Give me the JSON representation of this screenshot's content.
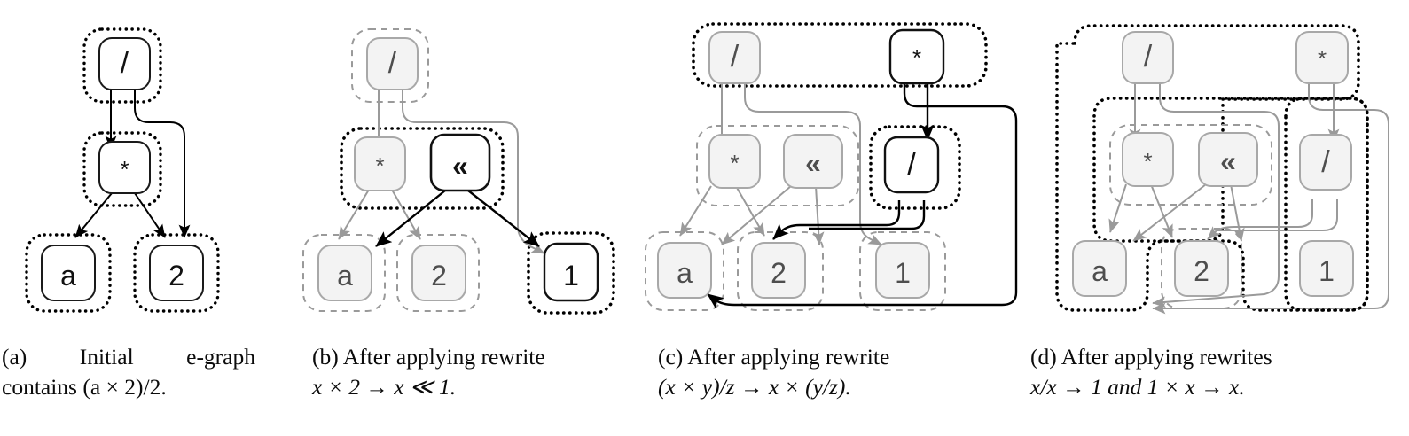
{
  "figure": {
    "kind": "e-graph-rewrite-sequence",
    "node_symbols": [
      "/",
      "*",
      "<<",
      "a",
      "2",
      "1"
    ],
    "styles": {
      "new_stroke": "#000000",
      "old_stroke": "#9a9a9a",
      "node_fill_new": "#ffffff",
      "node_fill_old": "#f2f2f2",
      "background": "#ffffff"
    }
  },
  "panels": [
    {
      "id": "a",
      "caption": {
        "label": "(a)",
        "line1_words": [
          "Initial",
          "e-graph"
        ],
        "line1": "(a) Initial  e-graph",
        "line2": "contains (a × 2)/2."
      },
      "nodes": [
        {
          "id": "div",
          "symbol": "/",
          "state": "new"
        },
        {
          "id": "mul",
          "symbol": "*",
          "state": "new"
        },
        {
          "id": "a",
          "symbol": "a",
          "state": "new"
        },
        {
          "id": "two",
          "symbol": "2",
          "state": "new"
        }
      ],
      "eclasses": [
        {
          "id": "c-div",
          "state": "new",
          "members": [
            "div"
          ]
        },
        {
          "id": "c-mul",
          "state": "new",
          "members": [
            "mul"
          ]
        },
        {
          "id": "c-a",
          "state": "new",
          "members": [
            "a"
          ]
        },
        {
          "id": "c-2",
          "state": "new",
          "members": [
            "two"
          ]
        }
      ],
      "edges": [
        {
          "from": "div",
          "to": "c-mul",
          "state": "new"
        },
        {
          "from": "div",
          "to": "c-2",
          "state": "new"
        },
        {
          "from": "mul",
          "to": "c-a",
          "state": "new"
        },
        {
          "from": "mul",
          "to": "c-2",
          "state": "new"
        }
      ]
    },
    {
      "id": "b",
      "caption": {
        "label": "(b)",
        "line1": "(b) After applying rewrite",
        "line2": "x × 2 → x ≪ 1."
      },
      "nodes": [
        {
          "id": "div",
          "symbol": "/",
          "state": "old"
        },
        {
          "id": "mul",
          "symbol": "*",
          "state": "old"
        },
        {
          "id": "shl",
          "symbol": "<<",
          "state": "new"
        },
        {
          "id": "a",
          "symbol": "a",
          "state": "old"
        },
        {
          "id": "two",
          "symbol": "2",
          "state": "old"
        },
        {
          "id": "one",
          "symbol": "1",
          "state": "new"
        }
      ],
      "eclasses": [
        {
          "id": "c-div",
          "state": "old",
          "members": [
            "div"
          ]
        },
        {
          "id": "c-mul",
          "state": "new",
          "members": [
            "mul",
            "shl"
          ]
        },
        {
          "id": "c-a",
          "state": "old",
          "members": [
            "a"
          ]
        },
        {
          "id": "c-2",
          "state": "old",
          "members": [
            "two"
          ]
        },
        {
          "id": "c-1",
          "state": "new",
          "members": [
            "one"
          ]
        }
      ],
      "edges": [
        {
          "from": "div",
          "to": "c-mul",
          "state": "old"
        },
        {
          "from": "div",
          "to": "c-1",
          "state": "old"
        },
        {
          "from": "mul",
          "to": "c-a",
          "state": "old"
        },
        {
          "from": "mul",
          "to": "c-2",
          "state": "old"
        },
        {
          "from": "shl",
          "to": "c-a",
          "state": "new"
        },
        {
          "from": "shl",
          "to": "c-1",
          "state": "new"
        }
      ]
    },
    {
      "id": "c",
      "caption": {
        "label": "(c)",
        "line1": "(c) After applying rewrite",
        "line2": "(x × y)/z → x × (y/z)."
      },
      "nodes": [
        {
          "id": "div",
          "symbol": "/",
          "state": "old"
        },
        {
          "id": "mul2",
          "symbol": "*",
          "state": "new"
        },
        {
          "id": "mul",
          "symbol": "*",
          "state": "old"
        },
        {
          "id": "shl",
          "symbol": "<<",
          "state": "old"
        },
        {
          "id": "div2",
          "symbol": "/",
          "state": "new"
        },
        {
          "id": "a",
          "symbol": "a",
          "state": "old"
        },
        {
          "id": "two",
          "symbol": "2",
          "state": "old"
        },
        {
          "id": "one",
          "symbol": "1",
          "state": "old"
        }
      ],
      "eclasses": [
        {
          "id": "c-root",
          "state": "new",
          "members": [
            "div",
            "mul2"
          ]
        },
        {
          "id": "c-mul",
          "state": "old",
          "members": [
            "mul",
            "shl"
          ]
        },
        {
          "id": "c-div2",
          "state": "new",
          "members": [
            "div2"
          ]
        },
        {
          "id": "c-a",
          "state": "old",
          "members": [
            "a"
          ]
        },
        {
          "id": "c-2",
          "state": "old",
          "members": [
            "two"
          ]
        },
        {
          "id": "c-1",
          "state": "old",
          "members": [
            "one"
          ]
        }
      ],
      "edges": [
        {
          "from": "div",
          "to": "c-mul",
          "state": "old"
        },
        {
          "from": "div",
          "to": "c-1",
          "state": "old"
        },
        {
          "from": "mul",
          "to": "c-a",
          "state": "old"
        },
        {
          "from": "mul",
          "to": "c-2",
          "state": "old"
        },
        {
          "from": "shl",
          "to": "c-a",
          "state": "old"
        },
        {
          "from": "shl",
          "to": "c-1",
          "state": "old"
        },
        {
          "from": "mul2",
          "to": "c-a",
          "state": "new"
        },
        {
          "from": "mul2",
          "to": "c-div2",
          "state": "new"
        },
        {
          "from": "div2",
          "to": "c-2",
          "state": "new"
        },
        {
          "from": "div2",
          "to": "c-2b",
          "state": "new"
        }
      ]
    },
    {
      "id": "d",
      "caption": {
        "label": "(d)",
        "line1": "(d) After applying rewrites",
        "line2": "x/x → 1 and 1 × x → x."
      },
      "nodes": [
        {
          "id": "div",
          "symbol": "/",
          "state": "old"
        },
        {
          "id": "mul2",
          "symbol": "*",
          "state": "old"
        },
        {
          "id": "mul",
          "symbol": "*",
          "state": "old"
        },
        {
          "id": "shl",
          "symbol": "<<",
          "state": "old"
        },
        {
          "id": "div2",
          "symbol": "/",
          "state": "old"
        },
        {
          "id": "a",
          "symbol": "a",
          "state": "old"
        },
        {
          "id": "two",
          "symbol": "2",
          "state": "old"
        },
        {
          "id": "one",
          "symbol": "1",
          "state": "old"
        }
      ],
      "eclasses": [
        {
          "id": "c-root-merged",
          "state": "new",
          "members": [
            "div",
            "mul2",
            "a"
          ]
        },
        {
          "id": "c-mid-merged",
          "state": "new",
          "members": [
            "mul",
            "shl",
            "div2",
            "one"
          ]
        },
        {
          "id": "c-mul",
          "state": "old",
          "members": [
            "mul",
            "shl"
          ]
        },
        {
          "id": "c-div2-one",
          "state": "new",
          "members": [
            "div2",
            "one"
          ]
        },
        {
          "id": "c-2",
          "state": "old",
          "members": [
            "two"
          ]
        }
      ],
      "edges": [
        {
          "from": "div",
          "to": "c-mul",
          "state": "old"
        },
        {
          "from": "div",
          "to": "c-div2-one",
          "state": "old"
        },
        {
          "from": "mul",
          "to": "c-a",
          "state": "old"
        },
        {
          "from": "mul",
          "to": "c-2",
          "state": "old"
        },
        {
          "from": "shl",
          "to": "c-2",
          "state": "old"
        },
        {
          "from": "shl",
          "to": "c-div2-one",
          "state": "old"
        },
        {
          "from": "mul2",
          "to": "c-a",
          "state": "old"
        },
        {
          "from": "mul2",
          "to": "c-div2-one",
          "state": "old"
        },
        {
          "from": "div2",
          "to": "c-2",
          "state": "old"
        },
        {
          "from": "div2",
          "to": "c-a",
          "state": "old"
        }
      ]
    }
  ]
}
